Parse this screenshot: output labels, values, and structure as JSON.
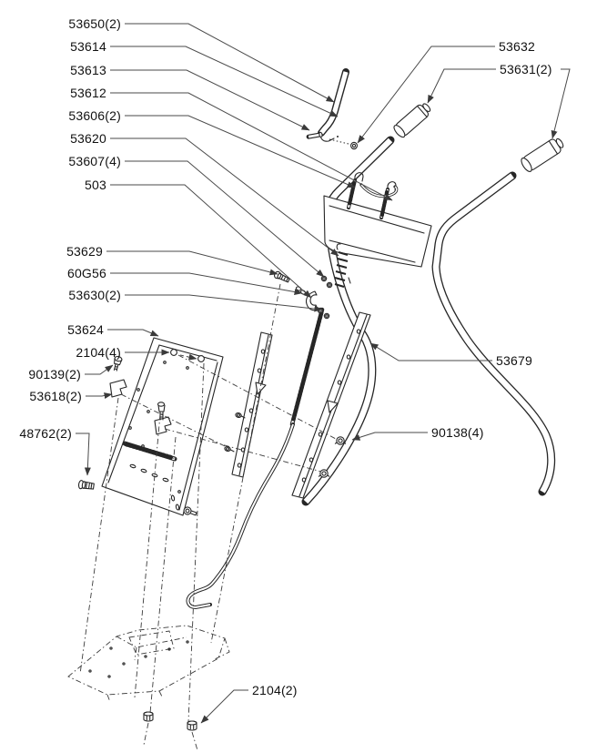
{
  "diagram": {
    "type": "exploded-parts-diagram",
    "subject": "walk-behind mower handle assembly",
    "background_color": "#ffffff",
    "line_color": "#262626",
    "leader_color": "#4a4a4a",
    "text_color": "#111111",
    "labels": [
      {
        "part_number": "53650",
        "qty": 2,
        "text": "53650(2)"
      },
      {
        "part_number": "53614",
        "qty": 1,
        "text": "53614"
      },
      {
        "part_number": "53613",
        "qty": 1,
        "text": "53613"
      },
      {
        "part_number": "53612",
        "qty": 1,
        "text": "53612"
      },
      {
        "part_number": "53606",
        "qty": 2,
        "text": "53606(2)"
      },
      {
        "part_number": "53620",
        "qty": 1,
        "text": "53620"
      },
      {
        "part_number": "53607",
        "qty": 4,
        "text": "53607(4)"
      },
      {
        "part_number": "503",
        "qty": 1,
        "text": "503"
      },
      {
        "part_number": "53629",
        "qty": 1,
        "text": "53629"
      },
      {
        "part_number": "60G56",
        "qty": 1,
        "text": "60G56"
      },
      {
        "part_number": "53630",
        "qty": 2,
        "text": "53630(2)"
      },
      {
        "part_number": "53624",
        "qty": 1,
        "text": "53624"
      },
      {
        "part_number": "2104",
        "qty": 4,
        "text": "2104(4)"
      },
      {
        "part_number": "90139",
        "qty": 2,
        "text": "90139(2)"
      },
      {
        "part_number": "53618",
        "qty": 2,
        "text": "53618(2)"
      },
      {
        "part_number": "48762",
        "qty": 2,
        "text": "48762(2)"
      },
      {
        "part_number": "53632",
        "qty": 1,
        "text": "53632"
      },
      {
        "part_number": "53631",
        "qty": 2,
        "text": "53631(2)"
      },
      {
        "part_number": "53679",
        "qty": 1,
        "text": "53679"
      },
      {
        "part_number": "90138",
        "qty": 4,
        "text": "90138(4)"
      },
      {
        "part_number": "2104",
        "qty": 2,
        "text": "2104(2)"
      }
    ]
  }
}
